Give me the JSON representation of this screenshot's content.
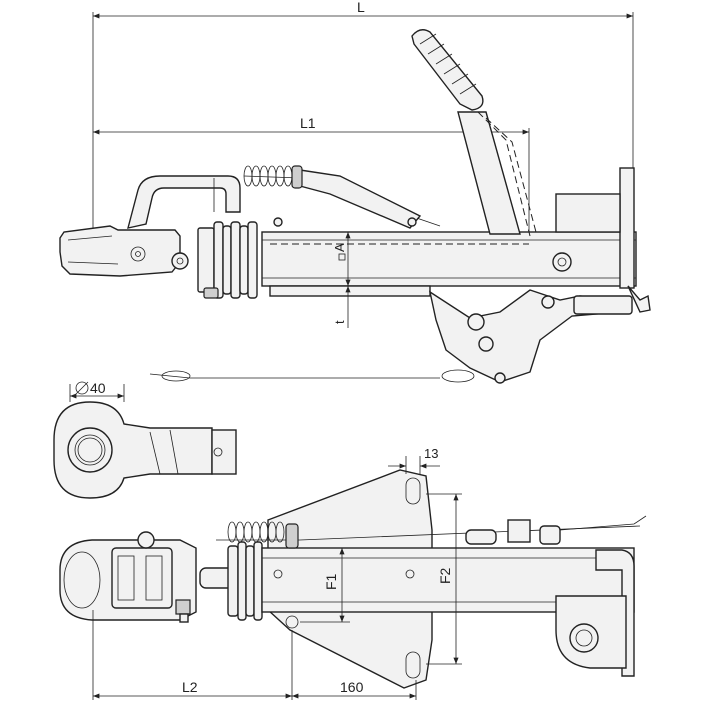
{
  "labels": {
    "L": "L",
    "L1": "L1",
    "L2": "L2",
    "F1": "F1",
    "F2": "F2",
    "A": "A",
    "t": "t",
    "d40": "40",
    "d13": "13",
    "d160": "160"
  },
  "colors": {
    "line": "#222222",
    "fill": "#f2f2f2",
    "shade": "#cfcfcf"
  }
}
